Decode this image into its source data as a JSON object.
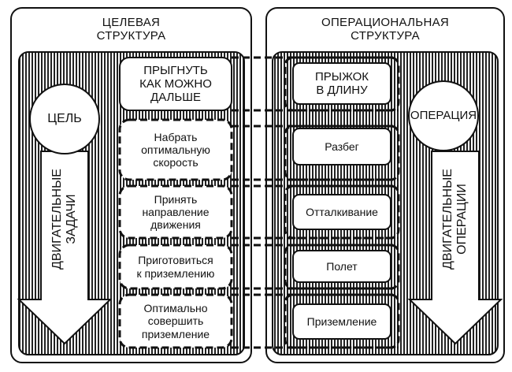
{
  "goal_structure": {
    "title": "ЦЕЛЕВАЯ\nСТРУКТУРА",
    "circle_label": "ЦЕЛЬ",
    "arrow_label": "ДВИГАТЕЛЬНЫЕ\nЗАДАЧИ",
    "tasks": [
      "ПРЫГНУТЬ\nКАК МОЖНО\nДАЛЬШЕ",
      "Набрать\nоптимальную\nскорость",
      "Принять\nнаправление\nдвижения",
      "Приготовиться\nк приземлению",
      "Оптимально\nсовершить\nприземление"
    ]
  },
  "operational_structure": {
    "title": "ОПЕРАЦИОНАЛЬНАЯ\nСТРУКТУРА",
    "circle_label": "ОПЕРАЦИЯ",
    "arrow_label": "ДВИГАТЕЛЬНЫЕ\nОПЕРАЦИИ",
    "operations": [
      "ПРЫЖОК\nВ ДЛИНУ",
      "Разбег",
      "Отталкивание",
      "Полет",
      "Приземление"
    ]
  }
}
